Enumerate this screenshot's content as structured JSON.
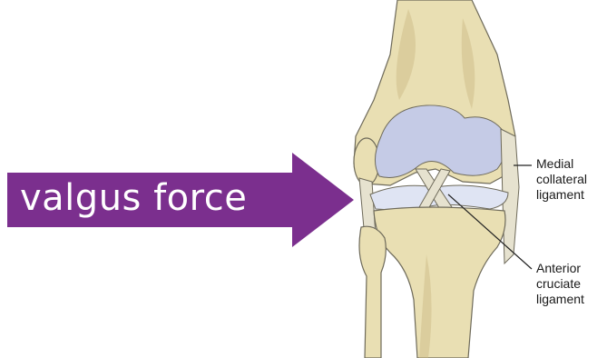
{
  "force_arrow": {
    "label": "valgus force",
    "color": "#7b2f8e"
  },
  "labels": {
    "medial_collateral": [
      "Medial",
      "collateral",
      "ligament"
    ],
    "anterior_cruciate": [
      "Anterior",
      "cruciate",
      "ligament"
    ]
  },
  "colors": {
    "bone": "#e9dfb3",
    "bone_shadow": "#c9b982",
    "cartilage": "#c5cbe6",
    "meniscus": "#dfe4f3",
    "ligament": "#e6e2cf",
    "outline": "#6e6a5a"
  }
}
